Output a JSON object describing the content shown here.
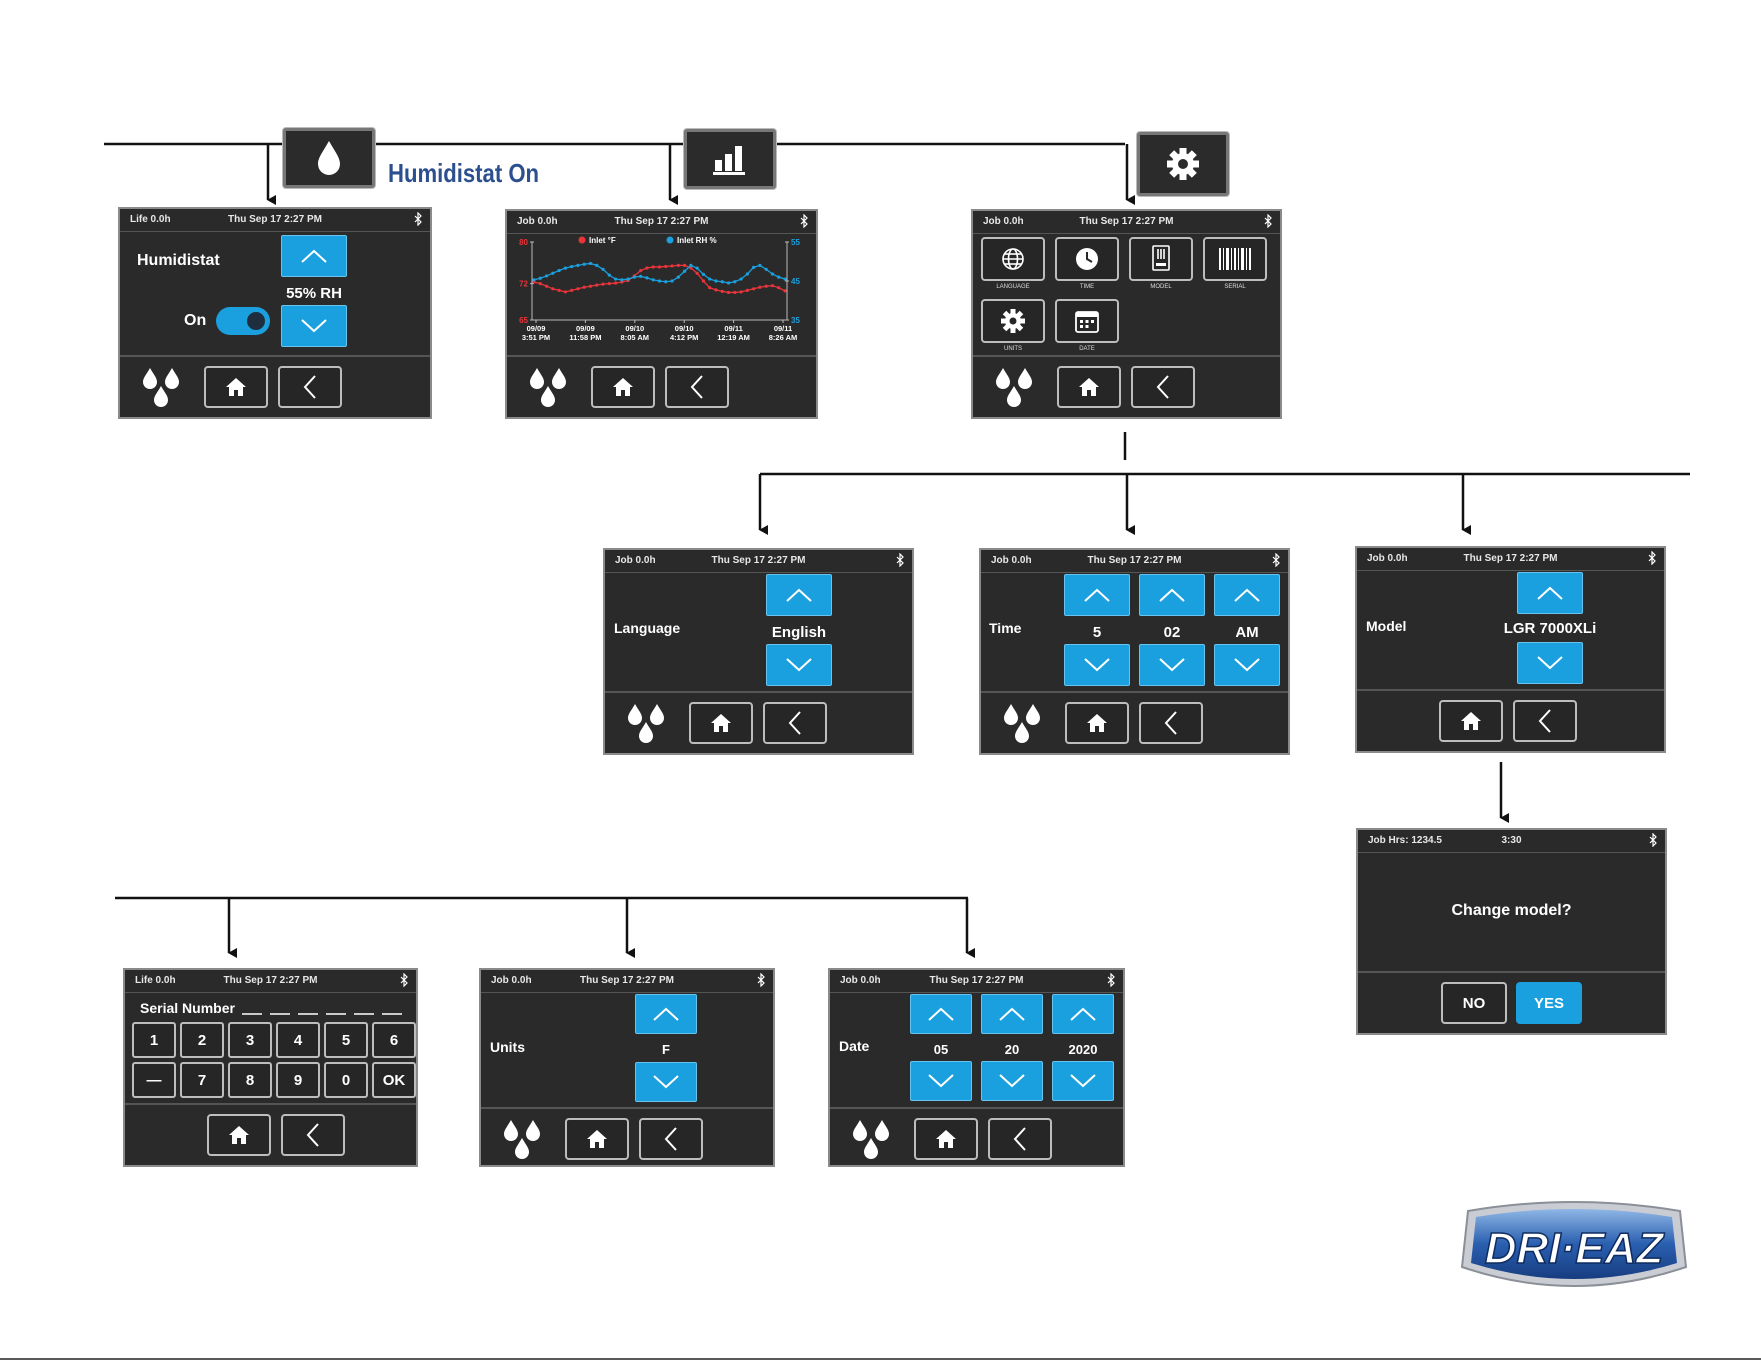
{
  "caption": "Humidistat On",
  "status": {
    "life": "Life 0.0h",
    "job": "Job 0.0h",
    "job_hrs": "Job Hrs: 1234.5",
    "datetime": "Thu Sep 17  2:27 PM",
    "time_short": "3:30"
  },
  "humidistat": {
    "title": "Humidistat",
    "value": "55% RH",
    "toggle_label": "On",
    "toggle_on": true
  },
  "chart_data": {
    "type": "line",
    "x": [
      "09/09\n3:51 PM",
      "09/09\n11:58 PM",
      "09/10\n8:05 AM",
      "09/10\n4:12 PM",
      "09/11\n12:19 AM",
      "09/11\n8:26 AM"
    ],
    "x_ticks": [
      [
        "09/09",
        "3:51 PM"
      ],
      [
        "09/09",
        "11:58 PM"
      ],
      [
        "09/10",
        "8:05 AM"
      ],
      [
        "09/10",
        "4:12 PM"
      ],
      [
        "09/11",
        "12:19 AM"
      ],
      [
        "09/11",
        "8:26 AM"
      ]
    ],
    "ylim_left": [
      65,
      80
    ],
    "ylim_right": [
      35,
      55
    ],
    "yticks_left": [
      "80",
      "72",
      "65"
    ],
    "yticks_right": [
      "55",
      "45",
      "35"
    ],
    "legend_position": "top",
    "series": [
      {
        "name": "Inlet °F",
        "axis": "left",
        "color": "#e8343a",
        "values": [
          72.3,
          72.0,
          71.5,
          71.0,
          70.7,
          70.4,
          70.7,
          71.0,
          71.3,
          71.5,
          71.7,
          71.9,
          72.0,
          72.1,
          72.3,
          72.6,
          73.5,
          74.5,
          75.0,
          75.2,
          75.2,
          75.3,
          75.4,
          75.5,
          75.5,
          75.0,
          74.0,
          72.5,
          71.2,
          70.8,
          70.5,
          70.3,
          70.3,
          70.4,
          70.7,
          71.0,
          71.3,
          71.5,
          71.6,
          71.2,
          70.6
        ]
      },
      {
        "name": "Inlet RH %",
        "axis": "right",
        "color": "#1aa0de",
        "values": [
          45.3,
          45.7,
          46.3,
          47.0,
          47.7,
          48.3,
          48.7,
          49.0,
          49.3,
          49.5,
          49.0,
          48.0,
          46.5,
          45.5,
          45.3,
          45.5,
          46.0,
          46.2,
          45.8,
          45.3,
          45.0,
          44.8,
          45.0,
          46.0,
          47.5,
          49.0,
          48.3,
          46.7,
          45.5,
          45.0,
          44.8,
          44.5,
          44.8,
          45.5,
          46.8,
          48.5,
          49.0,
          48.0,
          46.8,
          46.0,
          45.5
        ]
      }
    ]
  },
  "settings": {
    "tiles": [
      {
        "label": "LANGUAGE",
        "icon": "globe-icon"
      },
      {
        "label": "TIME",
        "icon": "clock-icon"
      },
      {
        "label": "MODEL",
        "icon": "model-icon"
      },
      {
        "label": "SERIAL",
        "icon": "barcode-icon"
      },
      {
        "label": "UNITS",
        "icon": "gear-icon"
      },
      {
        "label": "DATE",
        "icon": "calendar-icon"
      }
    ]
  },
  "language": {
    "title": "Language",
    "value": "English"
  },
  "time": {
    "title": "Time",
    "hour": "5",
    "minute": "02",
    "ampm": "AM"
  },
  "model": {
    "title": "Model",
    "value": "LGR 7000XLi"
  },
  "confirm": {
    "question": "Change model?",
    "no": "NO",
    "yes": "YES"
  },
  "serial": {
    "title": "Serial Number",
    "keys": [
      "1",
      "2",
      "3",
      "4",
      "5",
      "6",
      "—",
      "7",
      "8",
      "9",
      "0",
      "OK"
    ]
  },
  "units": {
    "title": "Units",
    "value": "F"
  },
  "date": {
    "title": "Date",
    "month": "05",
    "day": "20",
    "year": "2020"
  },
  "brand": {
    "logo_text": "DRI-EAZ"
  },
  "colors": {
    "accent": "#1aa0de",
    "screen_bg": "#2a2a2a",
    "caption": "#2c4f8f",
    "temp_series": "#e8343a"
  }
}
